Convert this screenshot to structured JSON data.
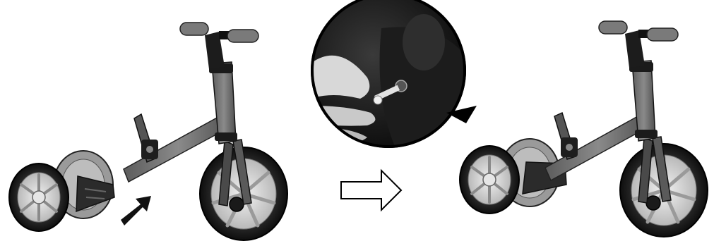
{
  "header": {
    "cut_text": ""
  },
  "figures": [
    {
      "name": "detached-rear-wheel-assembly"
    },
    {
      "name": "balance-bike-frame"
    },
    {
      "name": "detail-pin-insertion"
    },
    {
      "name": "assembled-balance-bike"
    }
  ],
  "icons": [
    "push-arrow-icon",
    "next-step-arrow-icon"
  ],
  "colors": {
    "background": "#ffffff",
    "frame": "#6f6f6f",
    "tire": "#1c1c1c",
    "rim": "#d0d0d0",
    "dark": "#141414"
  }
}
